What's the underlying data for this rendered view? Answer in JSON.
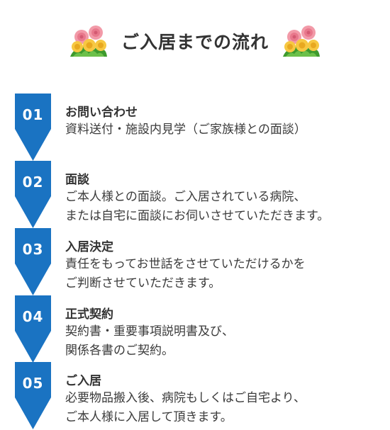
{
  "header": {
    "title": "ご入居までの流れ",
    "left_icon": "flower-bouquet-icon",
    "right_icon": "flower-bouquet-icon"
  },
  "colors": {
    "badge": "#1a73c2",
    "text": "#333333"
  },
  "steps": [
    {
      "number": "01",
      "title": "お問い合わせ",
      "lines": [
        "資料送付・施設内見学（ご家族様との面談）"
      ]
    },
    {
      "number": "02",
      "title": "面談",
      "lines": [
        "ご本人様との面談。ご入居されている病院、",
        "または自宅に面談にお伺いさせていただきます。"
      ]
    },
    {
      "number": "03",
      "title": "入居決定",
      "lines": [
        "責任をもってお世話をさせていただけるかを",
        "ご判断させていただきます。"
      ]
    },
    {
      "number": "04",
      "title": "正式契約",
      "lines": [
        "契約書・重要事項説明書及び、",
        "関係各書のご契約。"
      ]
    },
    {
      "number": "05",
      "title": "ご入居",
      "lines": [
        "必要物品搬入後、病院もしくはご自宅より、",
        "ご本人様に入居して頂きます。"
      ]
    }
  ]
}
